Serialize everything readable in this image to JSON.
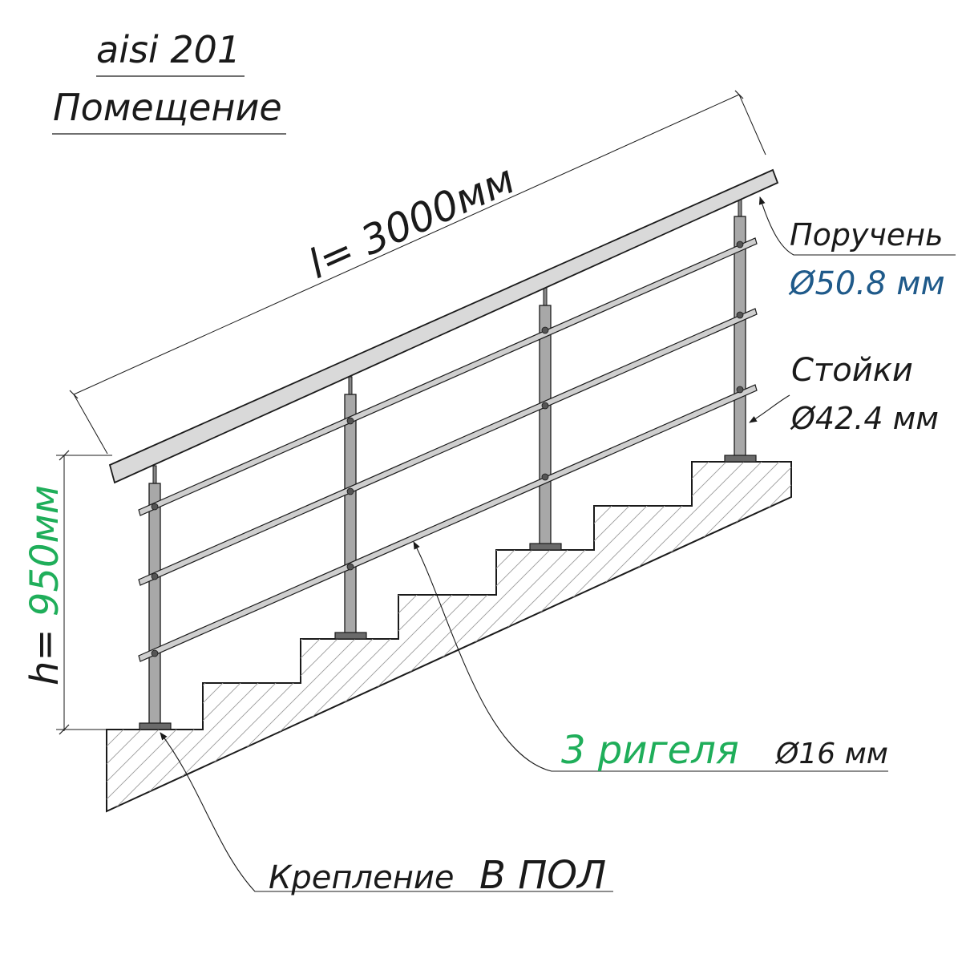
{
  "header": {
    "material": "aisi 201",
    "location": "Помещение"
  },
  "dimensions": {
    "length": "l= 3000мм",
    "height_prefix": "h= ",
    "height_value": "950мм"
  },
  "callouts": {
    "handrail_name": "Поручень",
    "handrail_diameter": "Ø50.8 мм",
    "posts_name": "Стойки",
    "posts_diameter": "Ø42.4 мм",
    "rails_name": "3 ригеля",
    "rails_diameter": "Ø16 мм",
    "mount_name": "Крепление",
    "mount_type": "В ПОЛ"
  },
  "colors": {
    "ink": "#1a1a1a",
    "handrail_diameter": "#1f5a8a",
    "height_value": "#1fae5a",
    "rails_name": "#1fae5a",
    "post_fill": "#a8a8a8",
    "rail_fill": "#cfcfcf",
    "handrail_fill": "#d9d9d9"
  }
}
